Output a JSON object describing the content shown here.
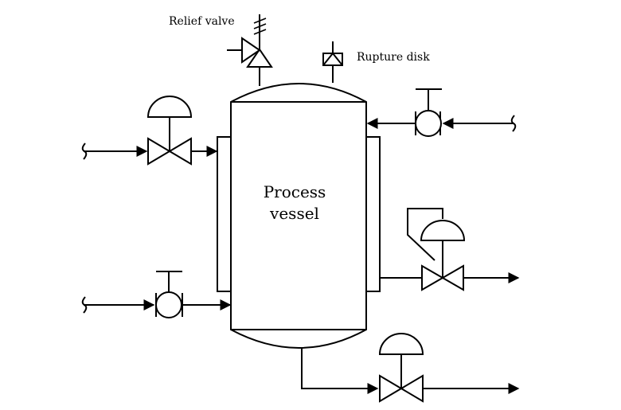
{
  "labels": {
    "relief_valve": "Relief valve",
    "rupture_disk": "Rupture disk",
    "vessel_line1": "Process",
    "vessel_line2": "vessel"
  }
}
